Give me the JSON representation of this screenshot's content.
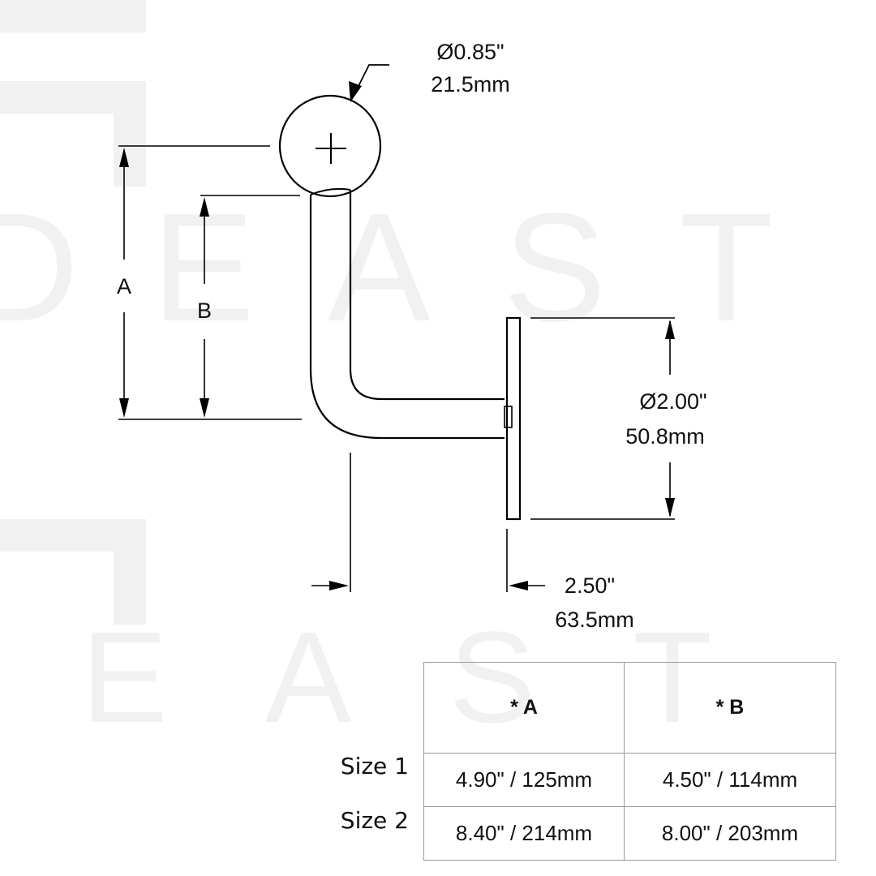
{
  "watermark": {
    "text_upper": "DEAST",
    "text_lower": "EAST"
  },
  "dimensions": {
    "rail_diameter": {
      "inch": "Ø0.85\"",
      "mm": "21.5mm"
    },
    "plate_diameter": {
      "inch": "Ø2.00\"",
      "mm": "50.8mm"
    },
    "projection": {
      "inch": "2.50\"",
      "mm": "63.5mm"
    },
    "label_a": "A",
    "label_b": "B"
  },
  "table": {
    "headers": [
      "* A",
      "* B"
    ],
    "rows": [
      {
        "label": "Size 1",
        "a": "4.90\" / 125mm",
        "b": "4.50\" / 114mm"
      },
      {
        "label": "Size 2",
        "a": "8.40\" / 214mm",
        "b": "8.00\" / 203mm"
      }
    ]
  }
}
